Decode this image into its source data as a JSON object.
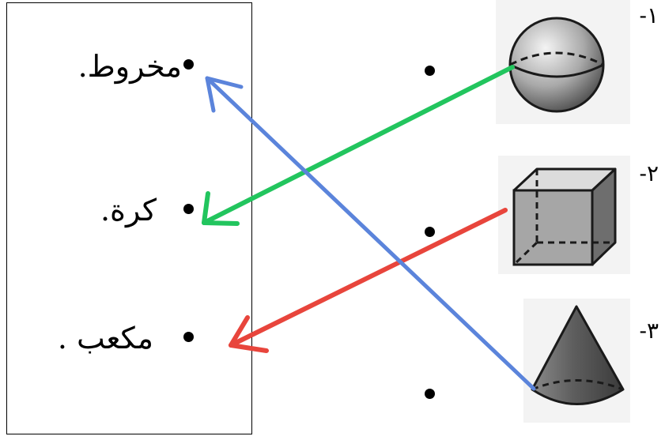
{
  "words": [
    {
      "id": "cone",
      "text": "مخروط."
    },
    {
      "id": "sphere",
      "text": "كرة."
    },
    {
      "id": "cube",
      "text": "مكعب ."
    }
  ],
  "items": [
    {
      "number": "١-",
      "shape": "sphere",
      "arrow_color": "#22c55e",
      "target": "sphere"
    },
    {
      "number": "٢-",
      "shape": "cube",
      "arrow_color": "#e8453c",
      "target": "cube"
    },
    {
      "number": "٣-",
      "shape": "cone",
      "arrow_color": "#5b84db",
      "target": "cone"
    }
  ],
  "colors": {
    "green_arrow": "#22c55e",
    "red_arrow": "#e8453c",
    "blue_arrow": "#5b84db"
  }
}
